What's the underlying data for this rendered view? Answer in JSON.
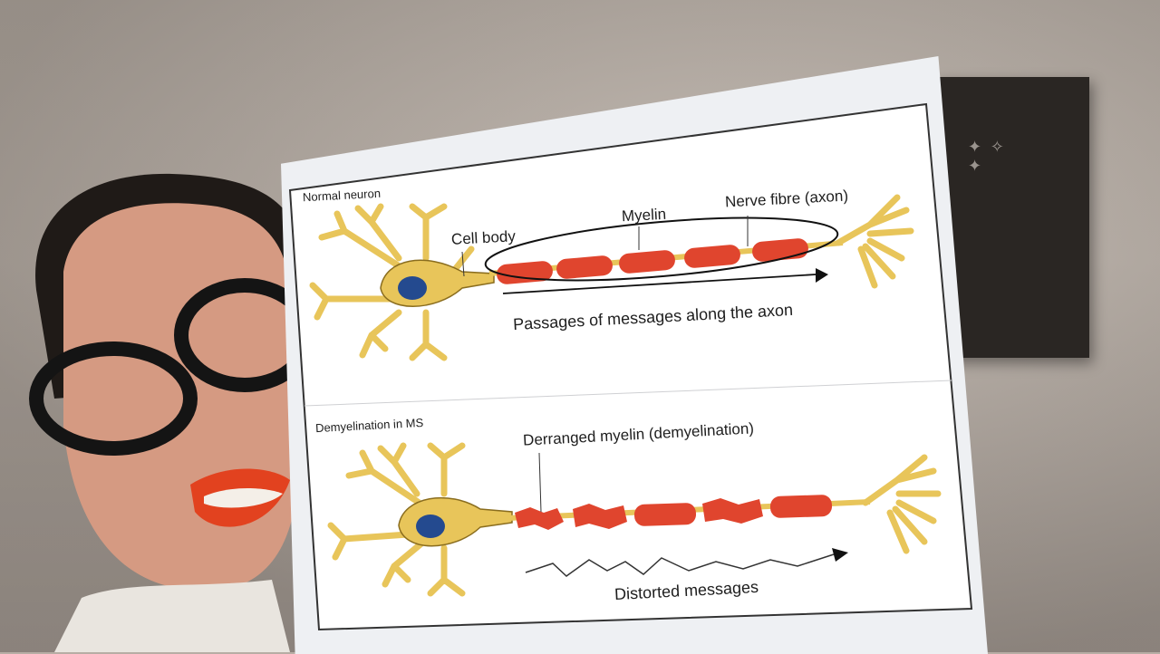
{
  "diagram": {
    "normal": {
      "title": "Normal neuron",
      "cell_body_label": "Cell body",
      "myelin_label": "Myelin",
      "axon_label": "Nerve fibre (axon)",
      "caption": "Passages of messages along the axon"
    },
    "ms": {
      "title": "Demyelination in MS",
      "myelin_label": "Derranged myelin (demyelination)",
      "caption": "Distorted messages"
    }
  },
  "colors": {
    "neuron": "#e8c55a",
    "neuron_outline": "#8a6d1e",
    "myelin": "#e0452e",
    "nucleus": "#244a8f"
  }
}
